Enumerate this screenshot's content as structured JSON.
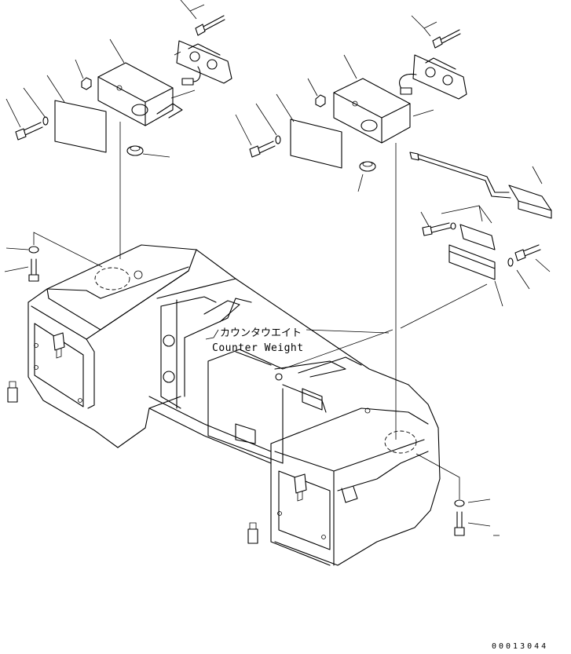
{
  "part_label_jp": "カウンタウエイト",
  "part_label_en": "Counter Weight",
  "drawing_code": "00013044"
}
